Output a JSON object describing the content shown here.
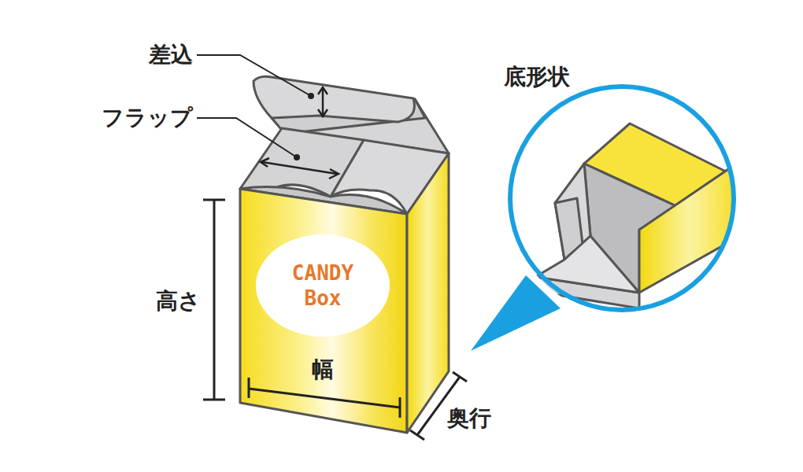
{
  "diagram": {
    "nodes": [
      {
        "text": [
          "CANDY Box"
        ]
      },
      {
        "text": [
          "底形状"
        ]
      }
    ],
    "labels": [
      "差込",
      "フラップ",
      "高さ",
      "幅",
      "奥行"
    ]
  }
}
